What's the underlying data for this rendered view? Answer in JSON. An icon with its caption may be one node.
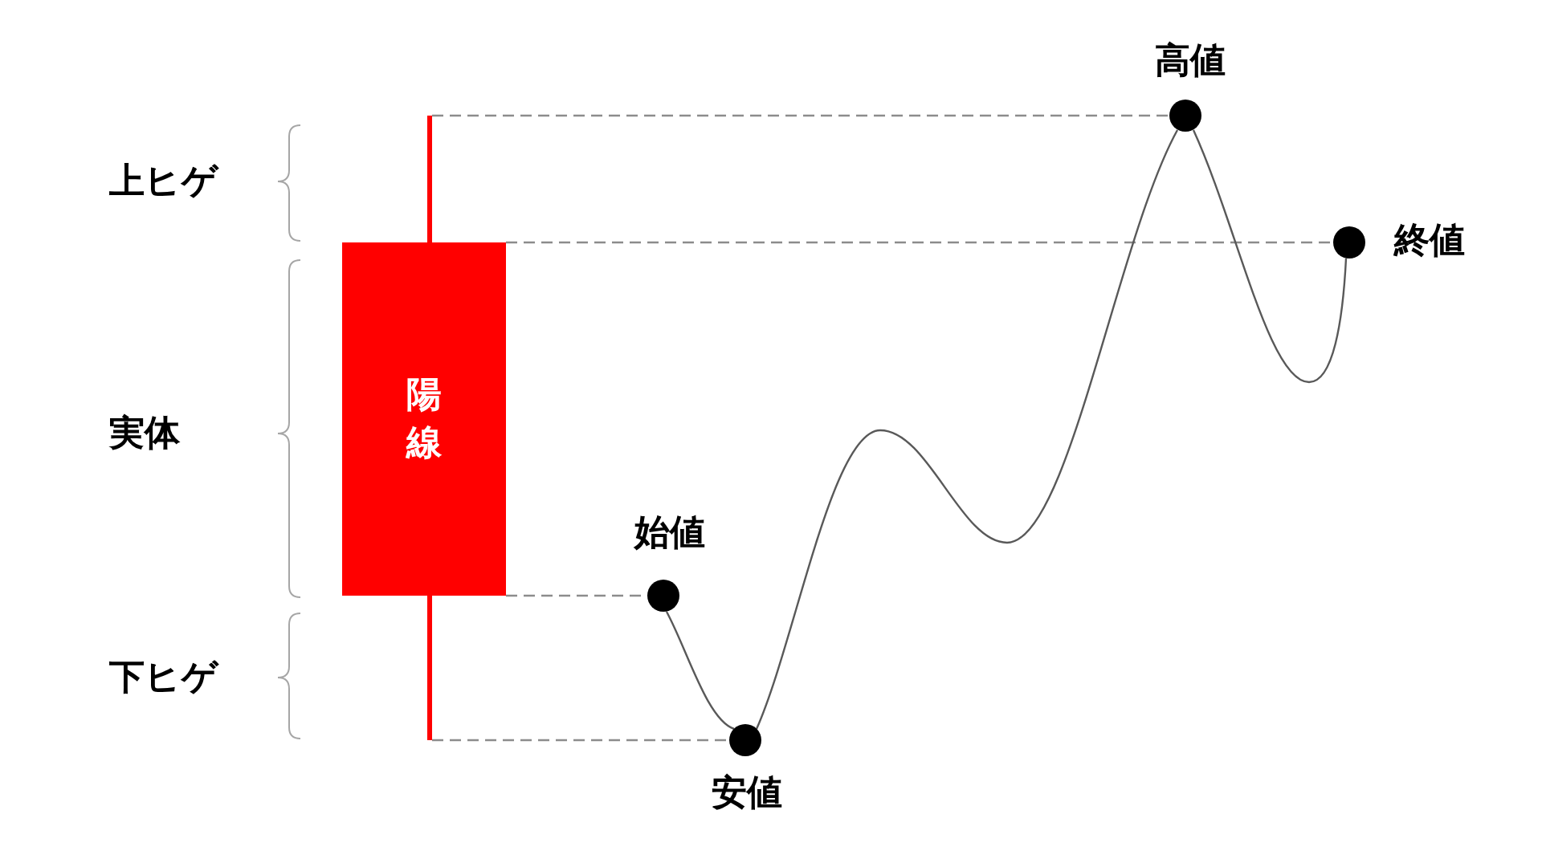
{
  "diagram": {
    "nodes": [
      {
        "text": [],
        "shape": "circle",
        "beside": [
          "高値"
        ]
      },
      {
        "text": [],
        "shape": "line"
      },
      {
        "text": [],
        "shape": "circle",
        "beside": [
          "終値"
        ]
      },
      {
        "text": [
          "陽線"
        ]
      },
      {
        "text": [],
        "shape": "circle",
        "beside": [
          "始値"
        ]
      },
      {
        "text": [],
        "shape": "line"
      },
      {
        "text": [],
        "shape": "circle",
        "beside": [
          "安値"
        ]
      }
    ],
    "edges": [
      {
        "from": 1,
        "to": 0,
        "arrow": "none",
        "style": "dashed"
      },
      {
        "from": 3,
        "to": 2,
        "arrow": "none",
        "style": "dashed"
      },
      {
        "from": 3,
        "to": 4,
        "arrow": "none",
        "style": "dashed"
      },
      {
        "from": 5,
        "to": 6,
        "arrow": "none",
        "style": "dashed"
      },
      {
        "from": 4,
        "to": 6,
        "arrow": "none"
      },
      {
        "from": 6,
        "to": 0,
        "arrow": "none"
      },
      {
        "from": 0,
        "to": 2,
        "arrow": "none"
      }
    ],
    "labels": [
      "上ヒゲ",
      "実体",
      "下ヒゲ"
    ]
  }
}
